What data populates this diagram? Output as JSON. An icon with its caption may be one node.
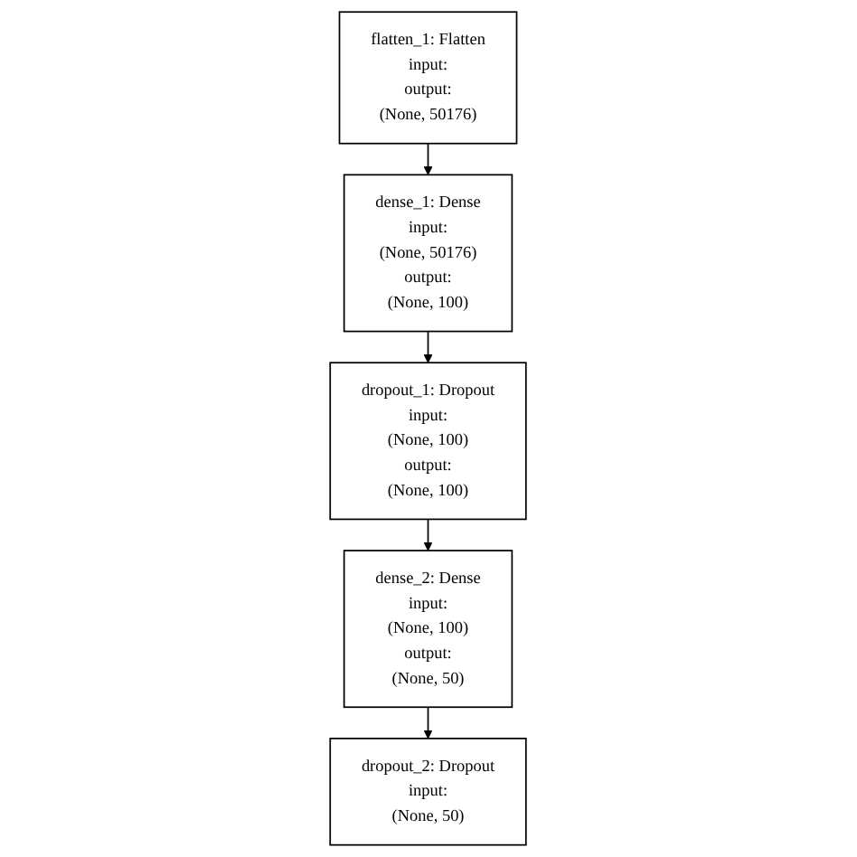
{
  "diagram": {
    "nodes": [
      {
        "text": [
          "flatten_1: Flatten",
          "input:",
          "output:",
          "(None, 50176)"
        ]
      },
      {
        "text": [
          "dense_1: Dense",
          "input:",
          "(None, 50176)",
          "output:",
          "(None, 100)"
        ]
      },
      {
        "text": [
          "dropout_1: Dropout",
          "input:",
          "(None, 100)",
          "output:",
          "(None, 100)"
        ]
      },
      {
        "text": [
          "dense_2: Dense",
          "input:",
          "(None, 100)",
          "output:",
          "(None, 50)"
        ]
      },
      {
        "text": [
          "dropout_2: Dropout",
          "input:",
          "(None, 50)"
        ]
      }
    ],
    "edges": [
      {
        "from": 0,
        "to": 1,
        "arrow": "to"
      },
      {
        "from": 1,
        "to": 2,
        "arrow": "to"
      },
      {
        "from": 2,
        "to": 3,
        "arrow": "to"
      },
      {
        "from": 3,
        "to": 4,
        "arrow": "to"
      }
    ]
  }
}
